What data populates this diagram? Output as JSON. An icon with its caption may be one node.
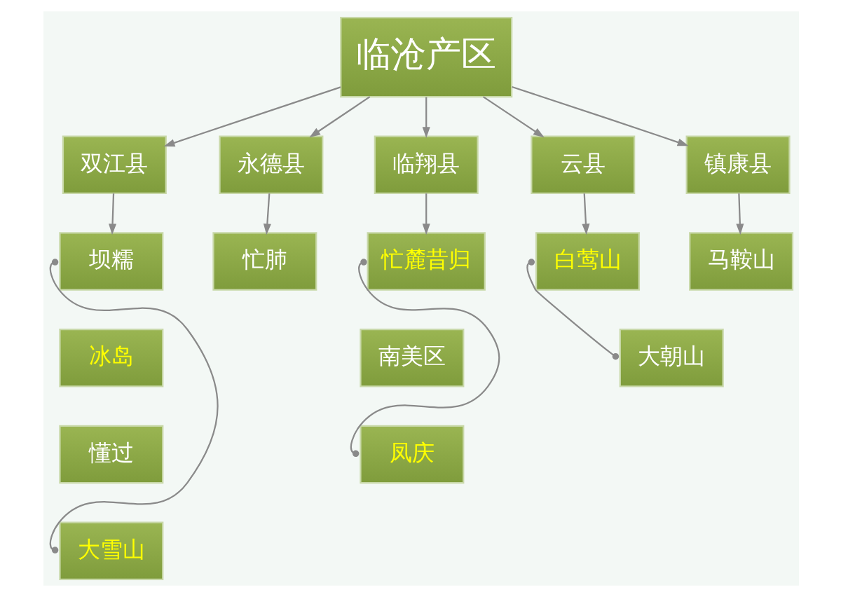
{
  "diagram": {
    "nodes": [
      {
        "text": [
          "临沧产区"
        ]
      },
      {
        "text": [
          "双江县"
        ]
      },
      {
        "text": [
          "永德县"
        ]
      },
      {
        "text": [
          "临翔县"
        ]
      },
      {
        "text": [
          "云县"
        ]
      },
      {
        "text": [
          "镇康县"
        ]
      },
      {
        "text": [
          "坝糯"
        ]
      },
      {
        "text": [
          "忙肺"
        ]
      },
      {
        "text": [
          "忙麓昔归"
        ]
      },
      {
        "text": [
          "白莺山"
        ]
      },
      {
        "text": [
          "马鞍山"
        ]
      },
      {
        "text": [
          "冰岛"
        ]
      },
      {
        "text": [
          "南美区"
        ]
      },
      {
        "text": [
          "大朝山"
        ]
      },
      {
        "text": [
          "懂过"
        ]
      },
      {
        "text": [
          "凤庆"
        ]
      },
      {
        "text": [
          "大雪山"
        ]
      }
    ],
    "edges": [
      {
        "from": 0,
        "to": 1,
        "arrow": "to"
      },
      {
        "from": 0,
        "to": 2,
        "arrow": "to"
      },
      {
        "from": 0,
        "to": 3,
        "arrow": "to"
      },
      {
        "from": 0,
        "to": 4,
        "arrow": "to"
      },
      {
        "from": 0,
        "to": 5,
        "arrow": "to"
      },
      {
        "from": 1,
        "to": 6,
        "arrow": "to"
      },
      {
        "from": 2,
        "to": 7,
        "arrow": "to"
      },
      {
        "from": 3,
        "to": 8,
        "arrow": "to"
      },
      {
        "from": 4,
        "to": 9,
        "arrow": "to"
      },
      {
        "from": 5,
        "to": 10,
        "arrow": "to"
      },
      {
        "from": 6,
        "to": 16,
        "arrow": "other"
      },
      {
        "from": 8,
        "to": 15,
        "arrow": "other"
      },
      {
        "from": 9,
        "to": 13,
        "arrow": "other"
      }
    ]
  }
}
